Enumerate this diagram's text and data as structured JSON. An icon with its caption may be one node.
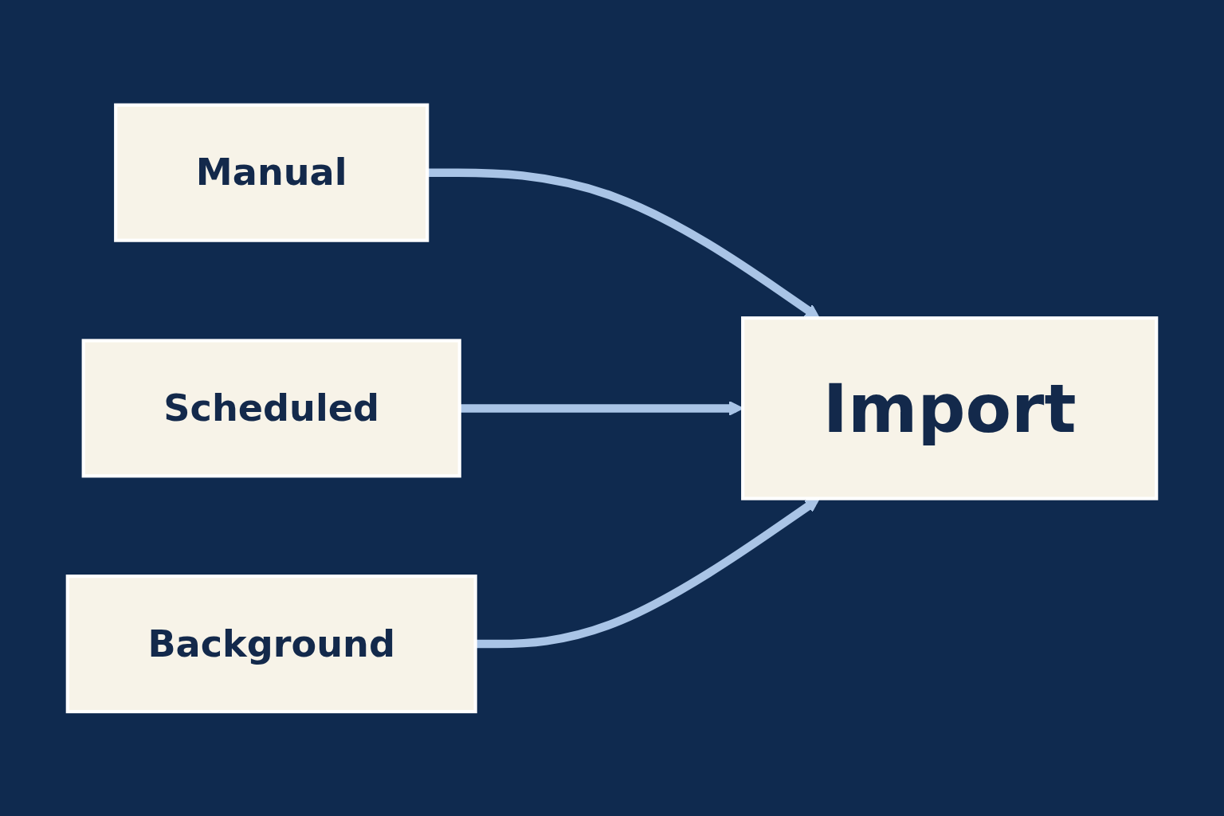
{
  "diagram": {
    "nodes": [
      {
        "text": [
          "Manual"
        ]
      },
      {
        "text": [
          "Scheduled"
        ]
      },
      {
        "text": [
          "Background"
        ]
      },
      {
        "text": [
          "Import"
        ]
      }
    ],
    "edges": [
      {
        "from": 0,
        "to": 3,
        "arrow": "to"
      },
      {
        "from": 1,
        "to": 3,
        "arrow": "to"
      },
      {
        "from": 2,
        "to": 3,
        "arrow": "to"
      }
    ]
  }
}
